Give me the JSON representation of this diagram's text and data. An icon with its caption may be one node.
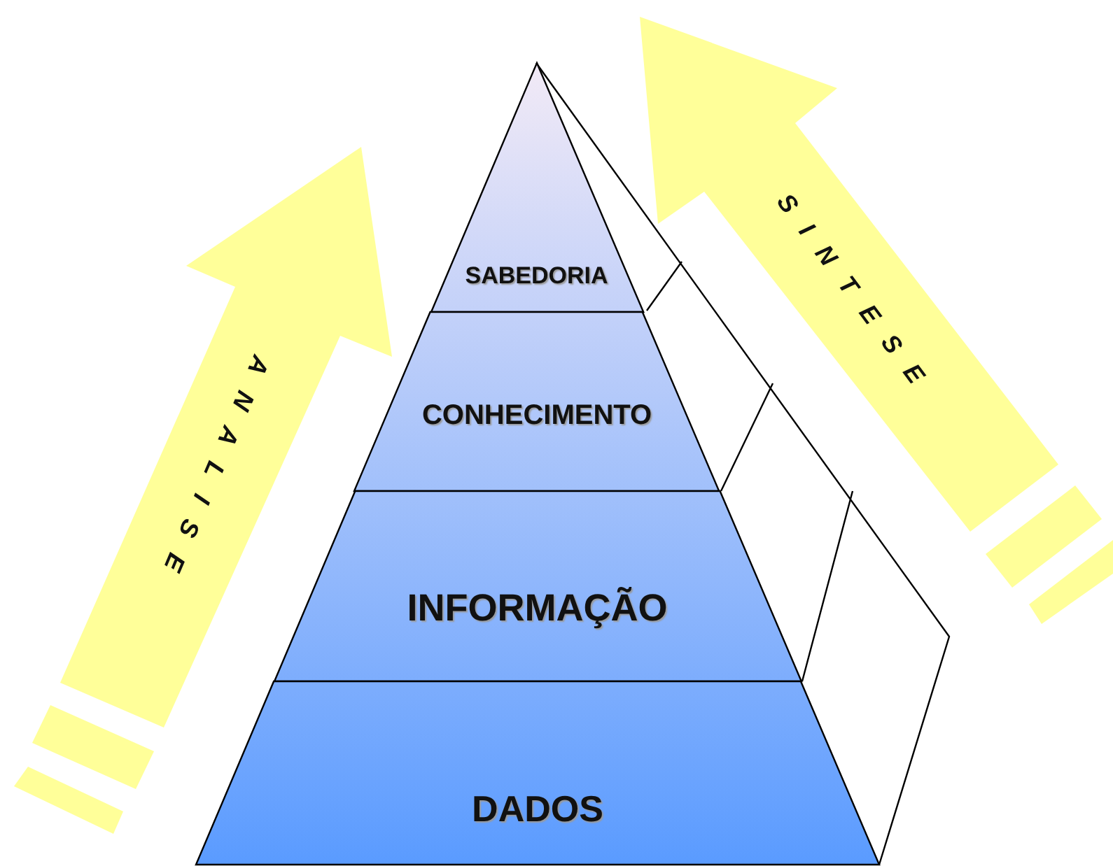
{
  "diagram": {
    "nodes": [
      {
        "text": [
          "SABEDORIA"
        ]
      },
      {
        "text": [
          "CONHECIMENTO"
        ]
      },
      {
        "text": [
          "INFORMAÇÃO"
        ]
      },
      {
        "text": [
          "DADOS"
        ]
      },
      {
        "text": [
          "ANALISE"
        ]
      },
      {
        "text": [
          "SINTESE"
        ]
      }
    ]
  }
}
